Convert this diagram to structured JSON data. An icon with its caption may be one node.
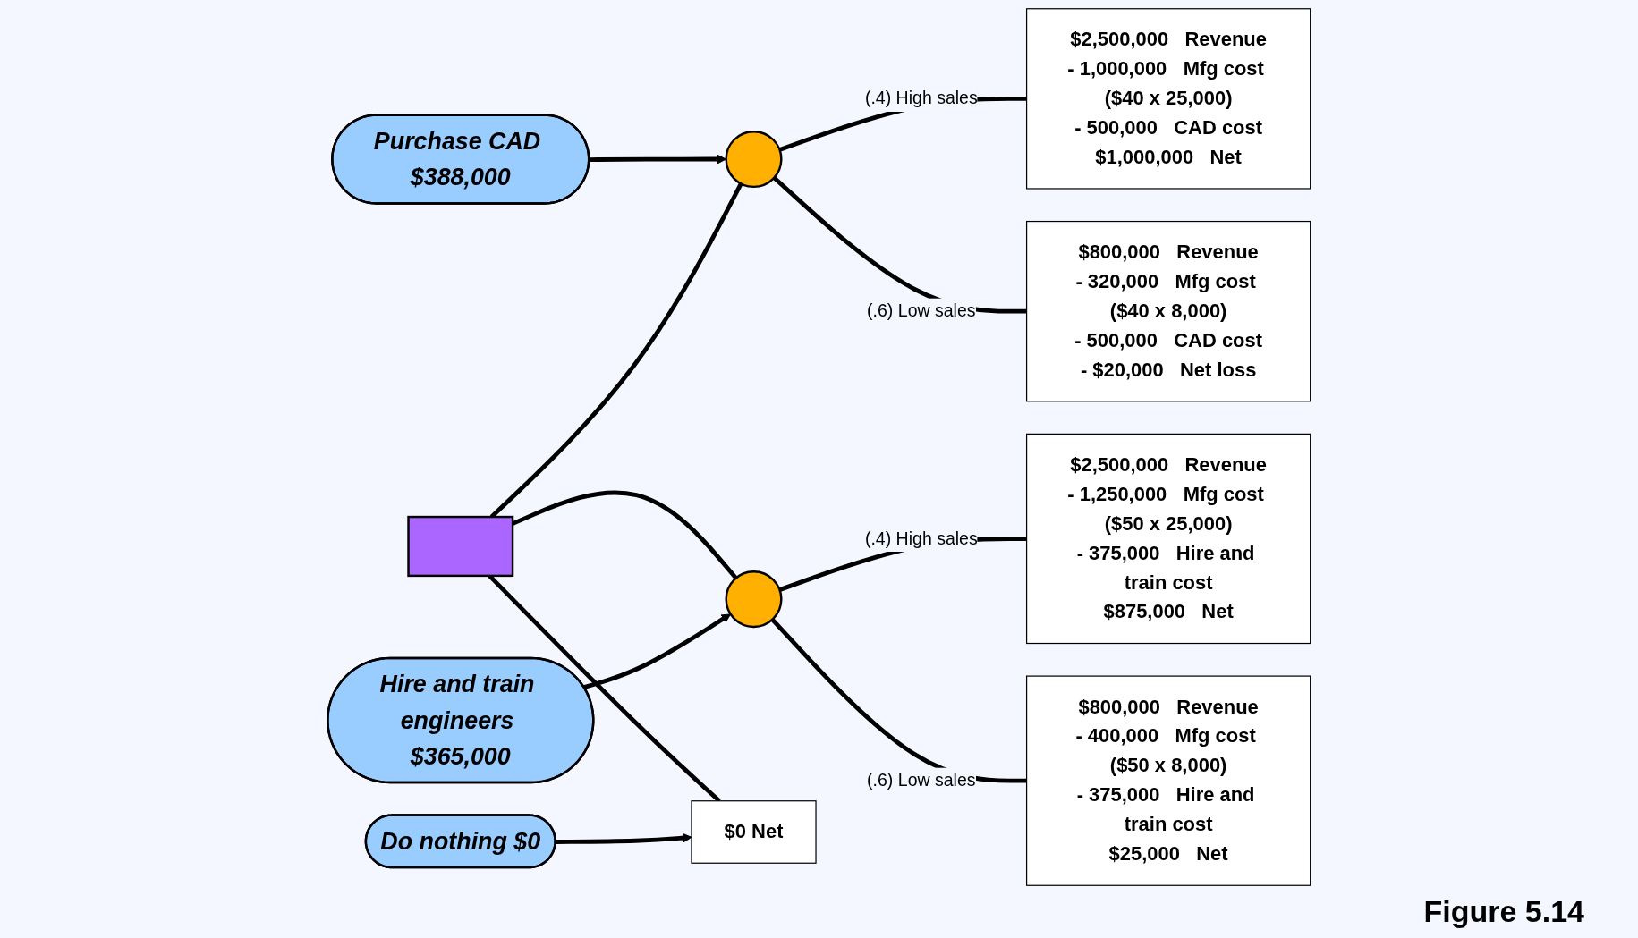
{
  "diagram": {
    "caption": "Figure 5.14",
    "nodes": [
      {
        "text": [
          "Purchase CAD $388,000"
        ]
      },
      {
        "text": [],
        "shape": "circle"
      },
      {
        "text": [
          "$2,500,000",
          "Revenue",
          "- 1,000,000",
          "Mfg cost ($40 x 25,000)",
          "- 500,000",
          "CAD cost",
          "$1,000,000",
          "Net"
        ]
      },
      {
        "text": [
          "$800,000",
          "Revenue",
          "- 320,000",
          "Mfg cost ($40 x 8,000)",
          "- 500,000",
          "CAD cost",
          "- $20,000",
          "Net loss"
        ]
      },
      {
        "text": [],
        "shape": "box"
      },
      {
        "text": [
          "Hire and train engineers $365,000"
        ]
      },
      {
        "text": [
          "$2,500,000",
          "Revenue",
          "- 1,250,000",
          "Mfg cost ($50 x 25,000)",
          "- 375,000",
          "Hire and train cost",
          "$875,000",
          "Net"
        ]
      },
      {
        "text": [],
        "shape": "circle"
      },
      {
        "text": [
          "$800,000",
          "Revenue",
          "- 400,000",
          "Mfg cost ($50 x 8,000)",
          "- 375,000",
          "Hire and train cost",
          "$25,000",
          "Net"
        ]
      },
      {
        "text": [
          "Do nothing $0"
        ]
      },
      {
        "text": [
          "$0",
          "Net"
        ]
      }
    ],
    "edges": [
      {
        "from": 0,
        "to": 1,
        "arrow": "to"
      },
      {
        "from": 4,
        "to": 1,
        "arrow": "none"
      },
      {
        "from": 1,
        "to": 2,
        "arrow": "none",
        "label": "(.4) High sales"
      },
      {
        "from": 1,
        "to": 3,
        "arrow": "none",
        "label": "(.6) Low sales"
      },
      {
        "from": 4,
        "to": 7,
        "arrow": "none"
      },
      {
        "from": 5,
        "to": 7,
        "arrow": "to"
      },
      {
        "from": 7,
        "to": 6,
        "arrow": "none",
        "label": "(.4) High sales"
      },
      {
        "from": 7,
        "to": 8,
        "arrow": "none",
        "label": "(.6) Low sales"
      },
      {
        "from": 4,
        "to": 10,
        "arrow": "none"
      },
      {
        "from": 9,
        "to": 10,
        "arrow": "to"
      }
    ]
  }
}
